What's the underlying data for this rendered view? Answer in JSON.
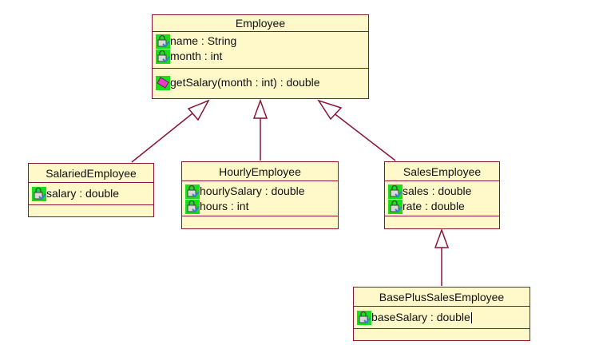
{
  "diagram": {
    "colors": {
      "border": "#8a1538",
      "fill": "#fff8c8",
      "icon_green": "#18e018",
      "icon_blue": "#3a7bd5",
      "method_pink": "#e040c0",
      "arrow": "#8a1538"
    },
    "classes": {
      "employee": {
        "name": "Employee",
        "attributes": [
          {
            "text": "name : String",
            "icon": "private-attribute-icon"
          },
          {
            "text": "month : int",
            "icon": "private-attribute-icon"
          }
        ],
        "methods": [
          {
            "text": "getSalary(month : int) : double",
            "icon": "public-method-icon"
          }
        ]
      },
      "salaried": {
        "name": "SalariedEmployee",
        "attributes": [
          {
            "text": "salary : double",
            "icon": "private-attribute-icon"
          }
        ]
      },
      "hourly": {
        "name": "HourlyEmployee",
        "attributes": [
          {
            "text": "hourlySalary : double",
            "icon": "private-attribute-icon"
          },
          {
            "text": "hours : int",
            "icon": "private-attribute-icon"
          }
        ]
      },
      "sales": {
        "name": "SalesEmployee",
        "attributes": [
          {
            "text": "sales : double",
            "icon": "private-attribute-icon"
          },
          {
            "text": "rate : double",
            "icon": "private-attribute-icon"
          }
        ]
      },
      "baseplus": {
        "name": "BasePlusSalesEmployee",
        "attributes": [
          {
            "text": "baseSalary : double",
            "icon": "private-attribute-icon"
          }
        ]
      }
    }
  }
}
